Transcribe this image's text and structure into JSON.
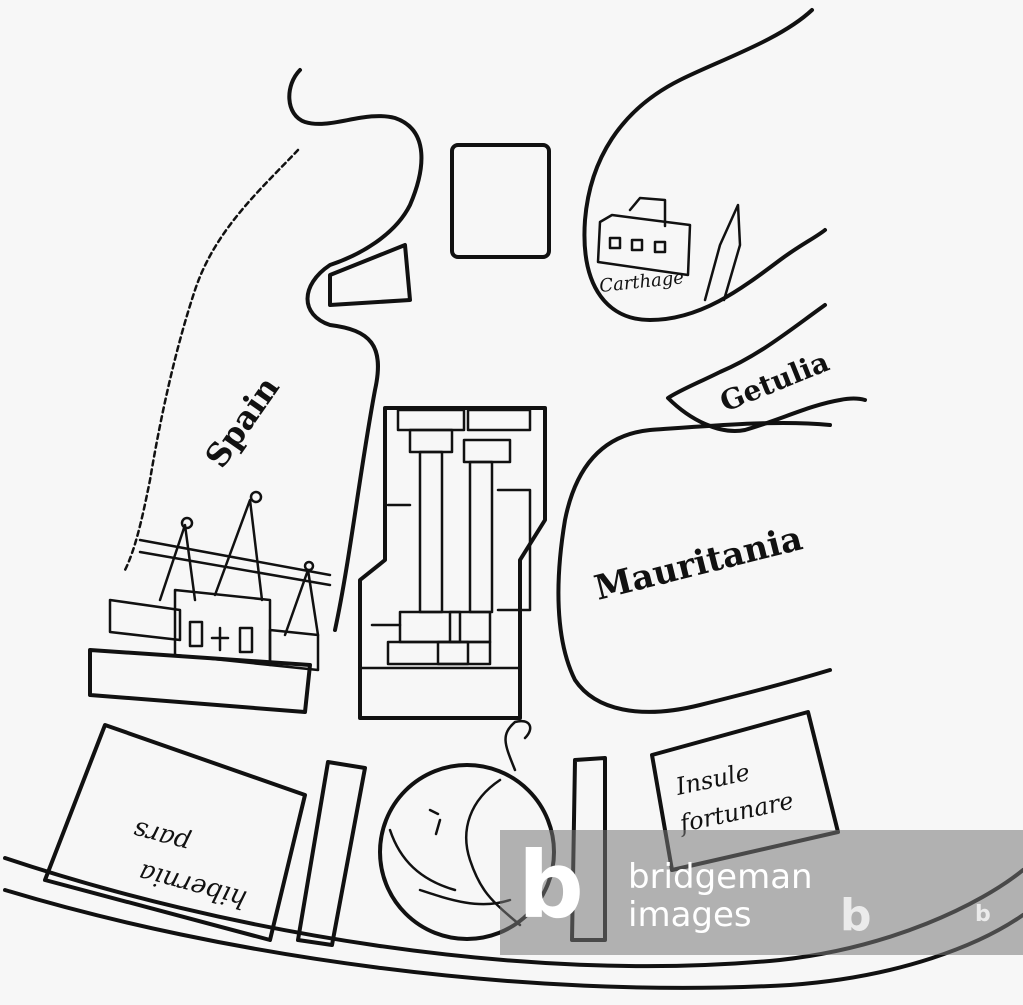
{
  "labels": {
    "spain": "Spain",
    "carthage": "Carthage",
    "getulia": "Getulia",
    "mauritania": "Mauritania",
    "insule_line1": "Insule",
    "insule_line2": "fortunare",
    "hibernia_line1": "hibernia",
    "hibernia_line2": "pars"
  },
  "watermark": {
    "logo_letter": "b",
    "line1": "bridgeman",
    "line2": "images",
    "small_letter": "b"
  },
  "colors": {
    "ink": "#111111",
    "paper": "#f7f7f7",
    "watermark": "#787878"
  }
}
